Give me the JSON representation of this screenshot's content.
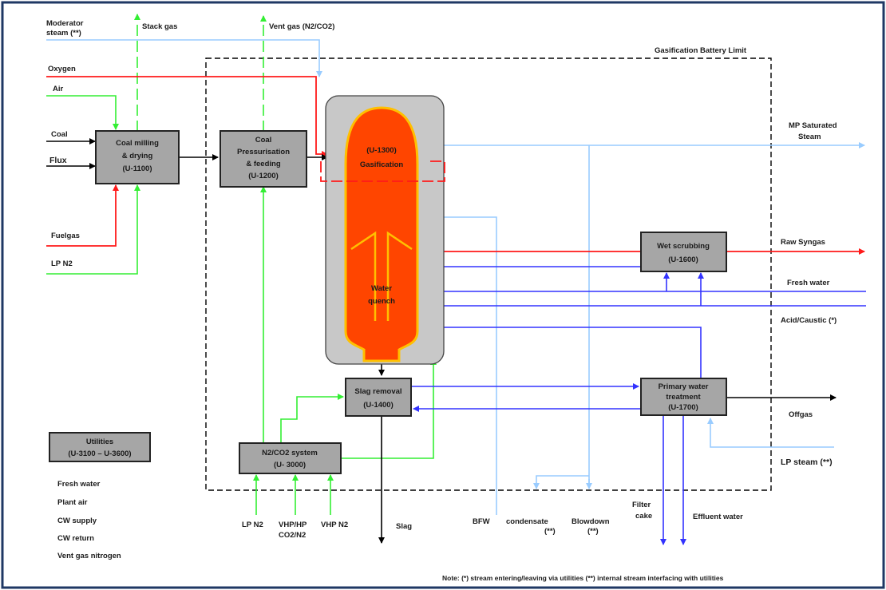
{
  "colors": {
    "frame": "#1f3864",
    "box_fill": "#a6a6a6",
    "vessel_fill": "#c8c8c8",
    "reactor_fill": "#ff4500",
    "reactor_outline": "#ffc000",
    "red_line": "#ff1a1a",
    "green_line": "#33ee33",
    "light_blue_line": "#99ccff",
    "dark_blue_line": "#3333ff",
    "black_line": "#000000"
  },
  "battery_limit": {
    "label": "Gasification Battery Limit"
  },
  "units": {
    "coal_milling": [
      "Coal milling",
      "& drying",
      "(U-1100)"
    ],
    "coal_pressurisation": [
      "Coal",
      "Pressurisation",
      "& feeding",
      "(U-1200)"
    ],
    "gasification": [
      "(U-1300)",
      "Gasification"
    ],
    "water_quench": [
      "Water",
      "quench"
    ],
    "slag_removal": [
      "Slag removal",
      "(U-1400)"
    ],
    "n2co2_system": [
      "N2/CO2 system",
      "(U- 3000)"
    ],
    "wet_scrubbing": [
      "Wet scrubbing",
      "(U-1600)"
    ],
    "primary_water": [
      "Primary water",
      "treatment",
      "(U-1700)"
    ],
    "utilities": [
      "Utilities",
      "(U-3100 – U-3600)"
    ]
  },
  "streams": {
    "moderator_steam": [
      "Moderator",
      "steam (**)"
    ],
    "stack_gas": "Stack gas",
    "vent_gas": "Vent gas (N2/CO2)",
    "oxygen": "Oxygen",
    "air": "Air",
    "coal": "Coal",
    "flux": "Flux",
    "fuelgas": "Fuelgas",
    "lp_n2_left": "LP N2",
    "mp_steam": [
      "MP Saturated",
      "Steam"
    ],
    "raw_syngas": "Raw Syngas",
    "fresh_water": "Fresh water",
    "acid_caustic": "Acid/Caustic (*)",
    "offgas": "Offgas",
    "lp_steam": "LP steam (**)",
    "slag": "Slag",
    "bfw": "BFW",
    "condensate": [
      "condensate",
      "(**)"
    ],
    "blowdown": [
      "Blowdown",
      "(**)"
    ],
    "filter_cake": [
      "Filter",
      "cake"
    ],
    "effluent_water": "Effluent water",
    "lp_n2_bottom": "LP N2",
    "vhp_hp": [
      "VHP/HP",
      "CO2/N2"
    ],
    "vhp_n2": "VHP N2"
  },
  "utilities_list": [
    "Fresh water",
    "Plant air",
    "CW supply",
    "CW return",
    "Vent gas nitrogen"
  ],
  "note": "Note: (*) stream entering/leaving via utilities   (**) internal stream interfacing with utilities"
}
